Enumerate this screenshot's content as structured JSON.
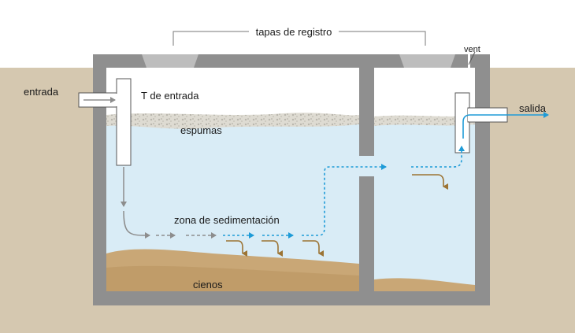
{
  "labels": {
    "inlet": "entrada",
    "inlet_tee": "T de entrada",
    "access_covers": "tapas de registro",
    "vent": "vent",
    "outlet": "salida",
    "scum": "espumas",
    "settling_zone": "zona de sedimentación",
    "sludge": "cienos"
  },
  "colors": {
    "ground": "#d5c8b0",
    "concrete": "#8f8f8f",
    "water": "#d9ecf6",
    "scum": "#e0ded6",
    "sludge": "#c9a776",
    "flow_gray": "#8d8d8d",
    "flow_blue": "#1e9bd7",
    "flow_brown": "#9c7434",
    "cover_gray": "#bdbdbd",
    "leader_line": "#777777"
  },
  "icons": {
    "flow_arrow": "dashed-arrow",
    "settle_arrow": "curved-down-arrow"
  }
}
